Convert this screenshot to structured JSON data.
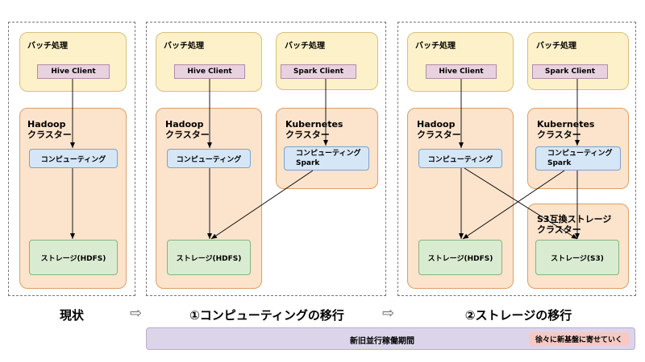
{
  "batch_label": "バッチ処理",
  "hive_client": "Hive Client",
  "spark_client": "Spark Client",
  "hadoop_title": "Hadoop\nクラスター",
  "kubernetes_title": "Kubernetes\nクラスター",
  "s3_cluster_title": "S3互換ストレージ\nクラスター",
  "computing": "コンピューティング",
  "computing_spark_line1": "コンピューティング",
  "computing_spark_line2": "Spark",
  "storage_hdfs": "ストレージ(HDFS)",
  "storage_s3": "ストレージ(S3)",
  "phases": {
    "current": "現状",
    "compute_migration": "①コンピューティングの移行",
    "storage_migration": "②ストレージの移行"
  },
  "arrow_glyph": "⇨",
  "bottom_bar": {
    "label": "新旧並行稼働期間",
    "badge": "徐々に新基盤に寄せていく"
  }
}
